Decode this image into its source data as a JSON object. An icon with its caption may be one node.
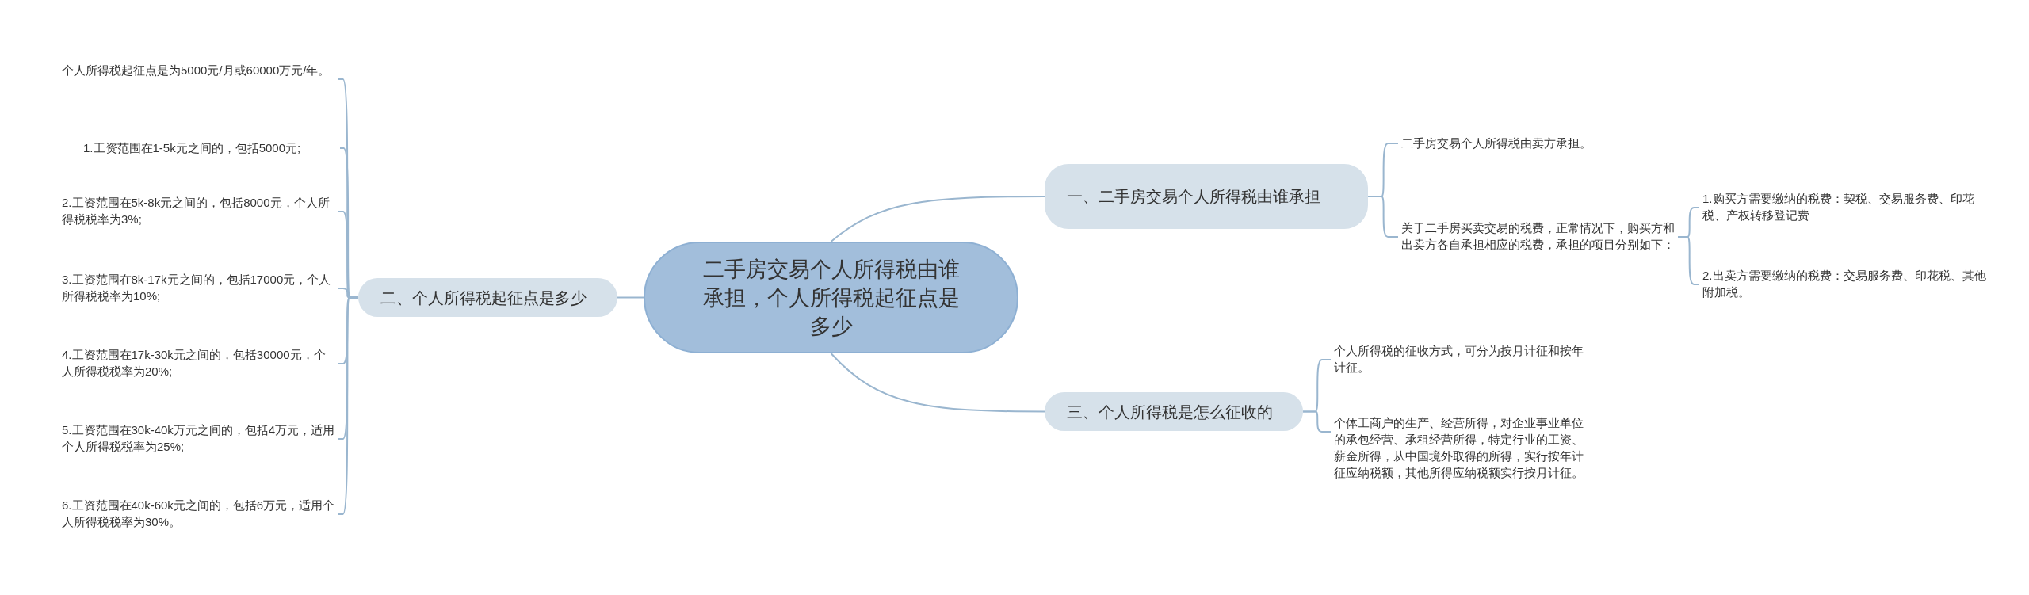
{
  "diagram": {
    "nodes": [
      {
        "text": [
          "二手房交易个人所得税由谁承担，个人所得税起征点是多少"
        ]
      },
      {
        "text": [
          "一、二手房交易个人所得税由谁承担"
        ]
      },
      {
        "text": [
          "二手房交易个人所得税由卖方承担。"
        ]
      },
      {
        "text": [
          "关于二手房买卖交易的税费，正常情况下，购买方和出卖方各自承担相应的税费，承担的项目分别如下："
        ]
      },
      {
        "text": [
          "1.购买方需要缴纳的税费：契税、交易服务费、印花税、产权转移登记费"
        ]
      },
      {
        "text": [
          "2.出卖方需要缴纳的税费：交易服务费、印花税、其他附加税。"
        ]
      },
      {
        "text": [
          "二、个人所得税起征点是多少"
        ]
      },
      {
        "text": [
          "个人所得税起征点是为5000元/月或60000万元/年。"
        ]
      },
      {
        "text": [
          "1.工资范围在1-5k元之间的，包括5000元;"
        ]
      },
      {
        "text": [
          "2.工资范围在5k-8k元之间的，包括8000元，个人所得税税率为3%;"
        ]
      },
      {
        "text": [
          "3.工资范围在8k-17k元之间的，包括17000元，个人所得税税率为10%;"
        ]
      },
      {
        "text": [
          "4.工资范围在17k-30k元之间的，包括30000元，个人所得税税率为20%;"
        ]
      },
      {
        "text": [
          "5.工资范围在30k-40k万元之间的，包括4万元，适用个人所得税税率为25%;"
        ]
      },
      {
        "text": [
          "6.工资范围在40k-60k元之间的，包括6万元，适用个人所得税税率为30%。"
        ]
      },
      {
        "text": [
          "三、个人所得税是怎么征收的"
        ]
      },
      {
        "text": [
          "个人所得税的征收方式，可分为按月计征和按年计征。"
        ]
      },
      {
        "text": [
          "个体工商户的生产、经营所得，对企业事业单位的承包经营、承租经营所得，特定行业的工资、薪金所得，从中国境外取得的所得，实行按年计征应纳税额，其他所得应纳税额实行按月计征。"
        ]
      }
    ],
    "edges": [
      {
        "from": 0,
        "to": 1,
        "arrow": "none"
      },
      {
        "from": 1,
        "to": 2,
        "arrow": "none"
      },
      {
        "from": 1,
        "to": 3,
        "arrow": "none"
      },
      {
        "from": 3,
        "to": 4,
        "arrow": "none"
      },
      {
        "from": 3,
        "to": 5,
        "arrow": "none"
      },
      {
        "from": 0,
        "to": 6,
        "arrow": "none"
      },
      {
        "from": 6,
        "to": 7,
        "arrow": "none"
      },
      {
        "from": 6,
        "to": 8,
        "arrow": "none"
      },
      {
        "from": 6,
        "to": 9,
        "arrow": "none"
      },
      {
        "from": 6,
        "to": 10,
        "arrow": "none"
      },
      {
        "from": 6,
        "to": 11,
        "arrow": "none"
      },
      {
        "from": 6,
        "to": 12,
        "arrow": "none"
      },
      {
        "from": 6,
        "to": 13,
        "arrow": "none"
      },
      {
        "from": 0,
        "to": 14,
        "arrow": "none"
      },
      {
        "from": 14,
        "to": 15,
        "arrow": "none"
      },
      {
        "from": 14,
        "to": 16,
        "arrow": "none"
      }
    ]
  }
}
